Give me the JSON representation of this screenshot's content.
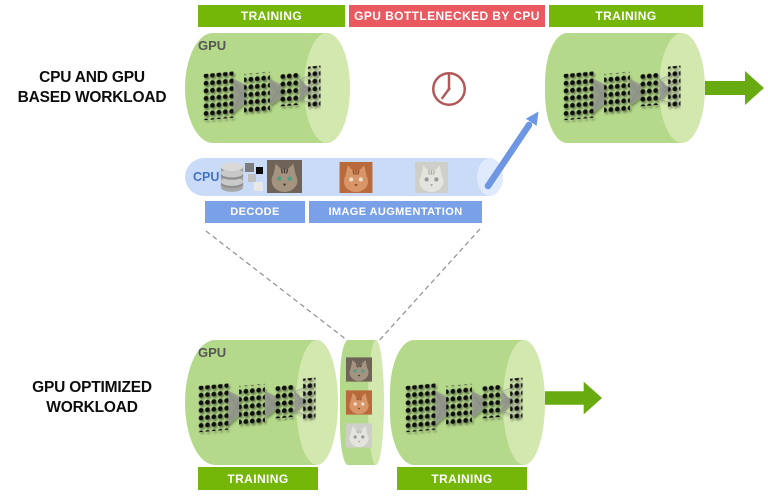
{
  "top_labels": {
    "training_left": "TRAINING",
    "bottleneck": "GPU BOTTLENECKED BY CPU",
    "training_right": "TRAINING"
  },
  "row_headings": {
    "row1_line1": "CPU AND GPU",
    "row1_line2": "BASED WORKLOAD",
    "row2_line1": "GPU OPTIMIZED",
    "row2_line2": "WORKLOAD"
  },
  "cylinders": {
    "gpu_label": "GPU"
  },
  "cpu_pipeline": {
    "cpu_label": "CPU",
    "decode_label": "DECODE",
    "image_augmentation_label": "IMAGE AUGMENTATION"
  },
  "bottom_labels": {
    "training_left": "TRAINING",
    "training_right": "TRAINING"
  },
  "icons": {
    "clock": "clock-icon",
    "database": "database-icon",
    "pixel_data": "pixels-icon",
    "neural_network": "neural-network-icon",
    "cat_original": "cat-photo-original",
    "cat_augmented_warm": "cat-photo-augmented-warm",
    "cat_augmented_light": "cat-photo-augmented-light",
    "flow_arrow_green": "flow-arrow-icon",
    "transfer_arrow_blue": "transfer-arrow-icon"
  },
  "colors": {
    "nvidia_green": "#74b709",
    "alert_red": "#ea5860",
    "cylinder_green": "#b5d98b",
    "cylinder_cap_green": "#d3e8af",
    "cpu_bar_blue": "#c9dbf7",
    "stage_label_blue": "#7aa1e8",
    "cpu_text_blue": "#4472c4",
    "arrow_green": "#68ab10",
    "arrow_blue": "#6d97e3",
    "clock_red": "#b25858"
  }
}
